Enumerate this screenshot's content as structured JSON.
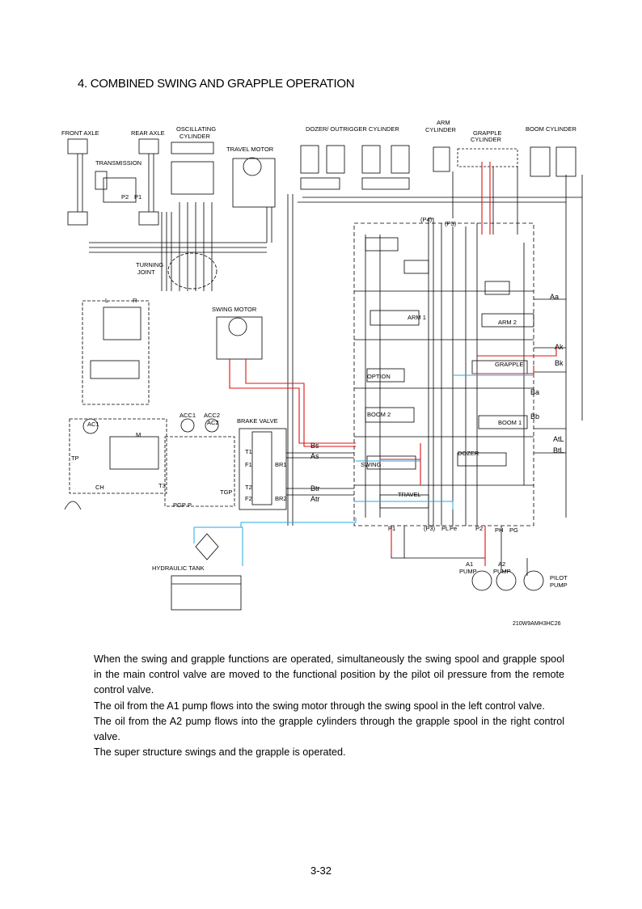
{
  "title": "4. COMBINED SWING AND GRAPPLE OPERATION",
  "diagram": {
    "labels": {
      "front_axle": "FRONT AXLE",
      "rear_axle": "REAR AXLE",
      "oscillating_cylinder": [
        "OSCILLATING",
        "CYLINDER"
      ],
      "transmission": "TRANSMISSION",
      "travel_motor": "TRAVEL MOTOR",
      "dozer_outrigger_cylinder": "DOZER/ OUTRIGGER CYLINDER",
      "arm_cylinder": [
        "ARM",
        "CYLINDER"
      ],
      "grapple_cylinder": [
        "GRAPPLE",
        "CYLINDER"
      ],
      "boom_cylinder": "BOOM CYLINDER",
      "turning_joint": [
        "TURNING",
        "JOINT"
      ],
      "swing_motor": "SWING MOTOR",
      "brake_valve": "BRAKE VALVE",
      "hydraulic_tank": "HYDRAULIC TANK",
      "a1_pump": [
        "A1",
        "PUMP"
      ],
      "a2_pump": [
        "A2",
        "PUMP"
      ],
      "pilot_pump": [
        "PILOT",
        "PUMP"
      ],
      "arm1": "ARM 1",
      "arm2": "ARM 2",
      "grapple": "GRAPPLE",
      "option": "OPTION",
      "boom2": "BOOM 2",
      "boom1": "BOOM 1",
      "dozer": "DOZER",
      "swing": "SWING",
      "travel": "TRAVEL",
      "p4": "(P4)",
      "p3": "(P3)",
      "p1": "P1",
      "p2": "P2",
      "p3b": "(P3)",
      "pl": "PL",
      "pe": "Pe",
      "ph": "PH",
      "pg": "PG",
      "p2_trans": "P2",
      "p1_trans": "P1",
      "ac1": "AC1",
      "acc1": "ACC1",
      "acc2": "ACC2",
      "ac2": "AC2",
      "l": "L",
      "r": "R",
      "m": "M",
      "t1": "T1",
      "t2": "T2",
      "f1": "F1",
      "f2": "F2",
      "br1": "BR1",
      "br2": "BR2",
      "tgp": "TGP",
      "pgp": "PGP",
      "p": "P",
      "tp": "TP",
      "ch": "CH",
      "t3": "T3",
      "aa": "Aa",
      "ak": "Ak",
      "bk": "Bk",
      "ba": "Ba",
      "bb": "Bb",
      "atl": "AtL",
      "btl": "BtL",
      "bs": "Bs",
      "as": "As",
      "btr": "Btr",
      "atr": "Atr",
      "ref_code": "210W9AMH3HC26"
    }
  },
  "paragraphs": [
    "When the swing and grapple functions are operated, simultaneously the swing spool and grapple spool in the main control valve are moved to the functional position by the pilot oil pressure from the remote control valve.",
    "The oil from the A1 pump flows into the swing motor through the swing spool in the left control valve.",
    "The oil from the A2 pump flows into the grapple cylinders through the grapple spool in the right control valve.",
    "The super structure swings and the grapple is operated."
  ],
  "page_number": "3-32",
  "colors": {
    "pressure_line": "#e01010",
    "return_line": "#2aa8e0",
    "line": "#000000"
  }
}
